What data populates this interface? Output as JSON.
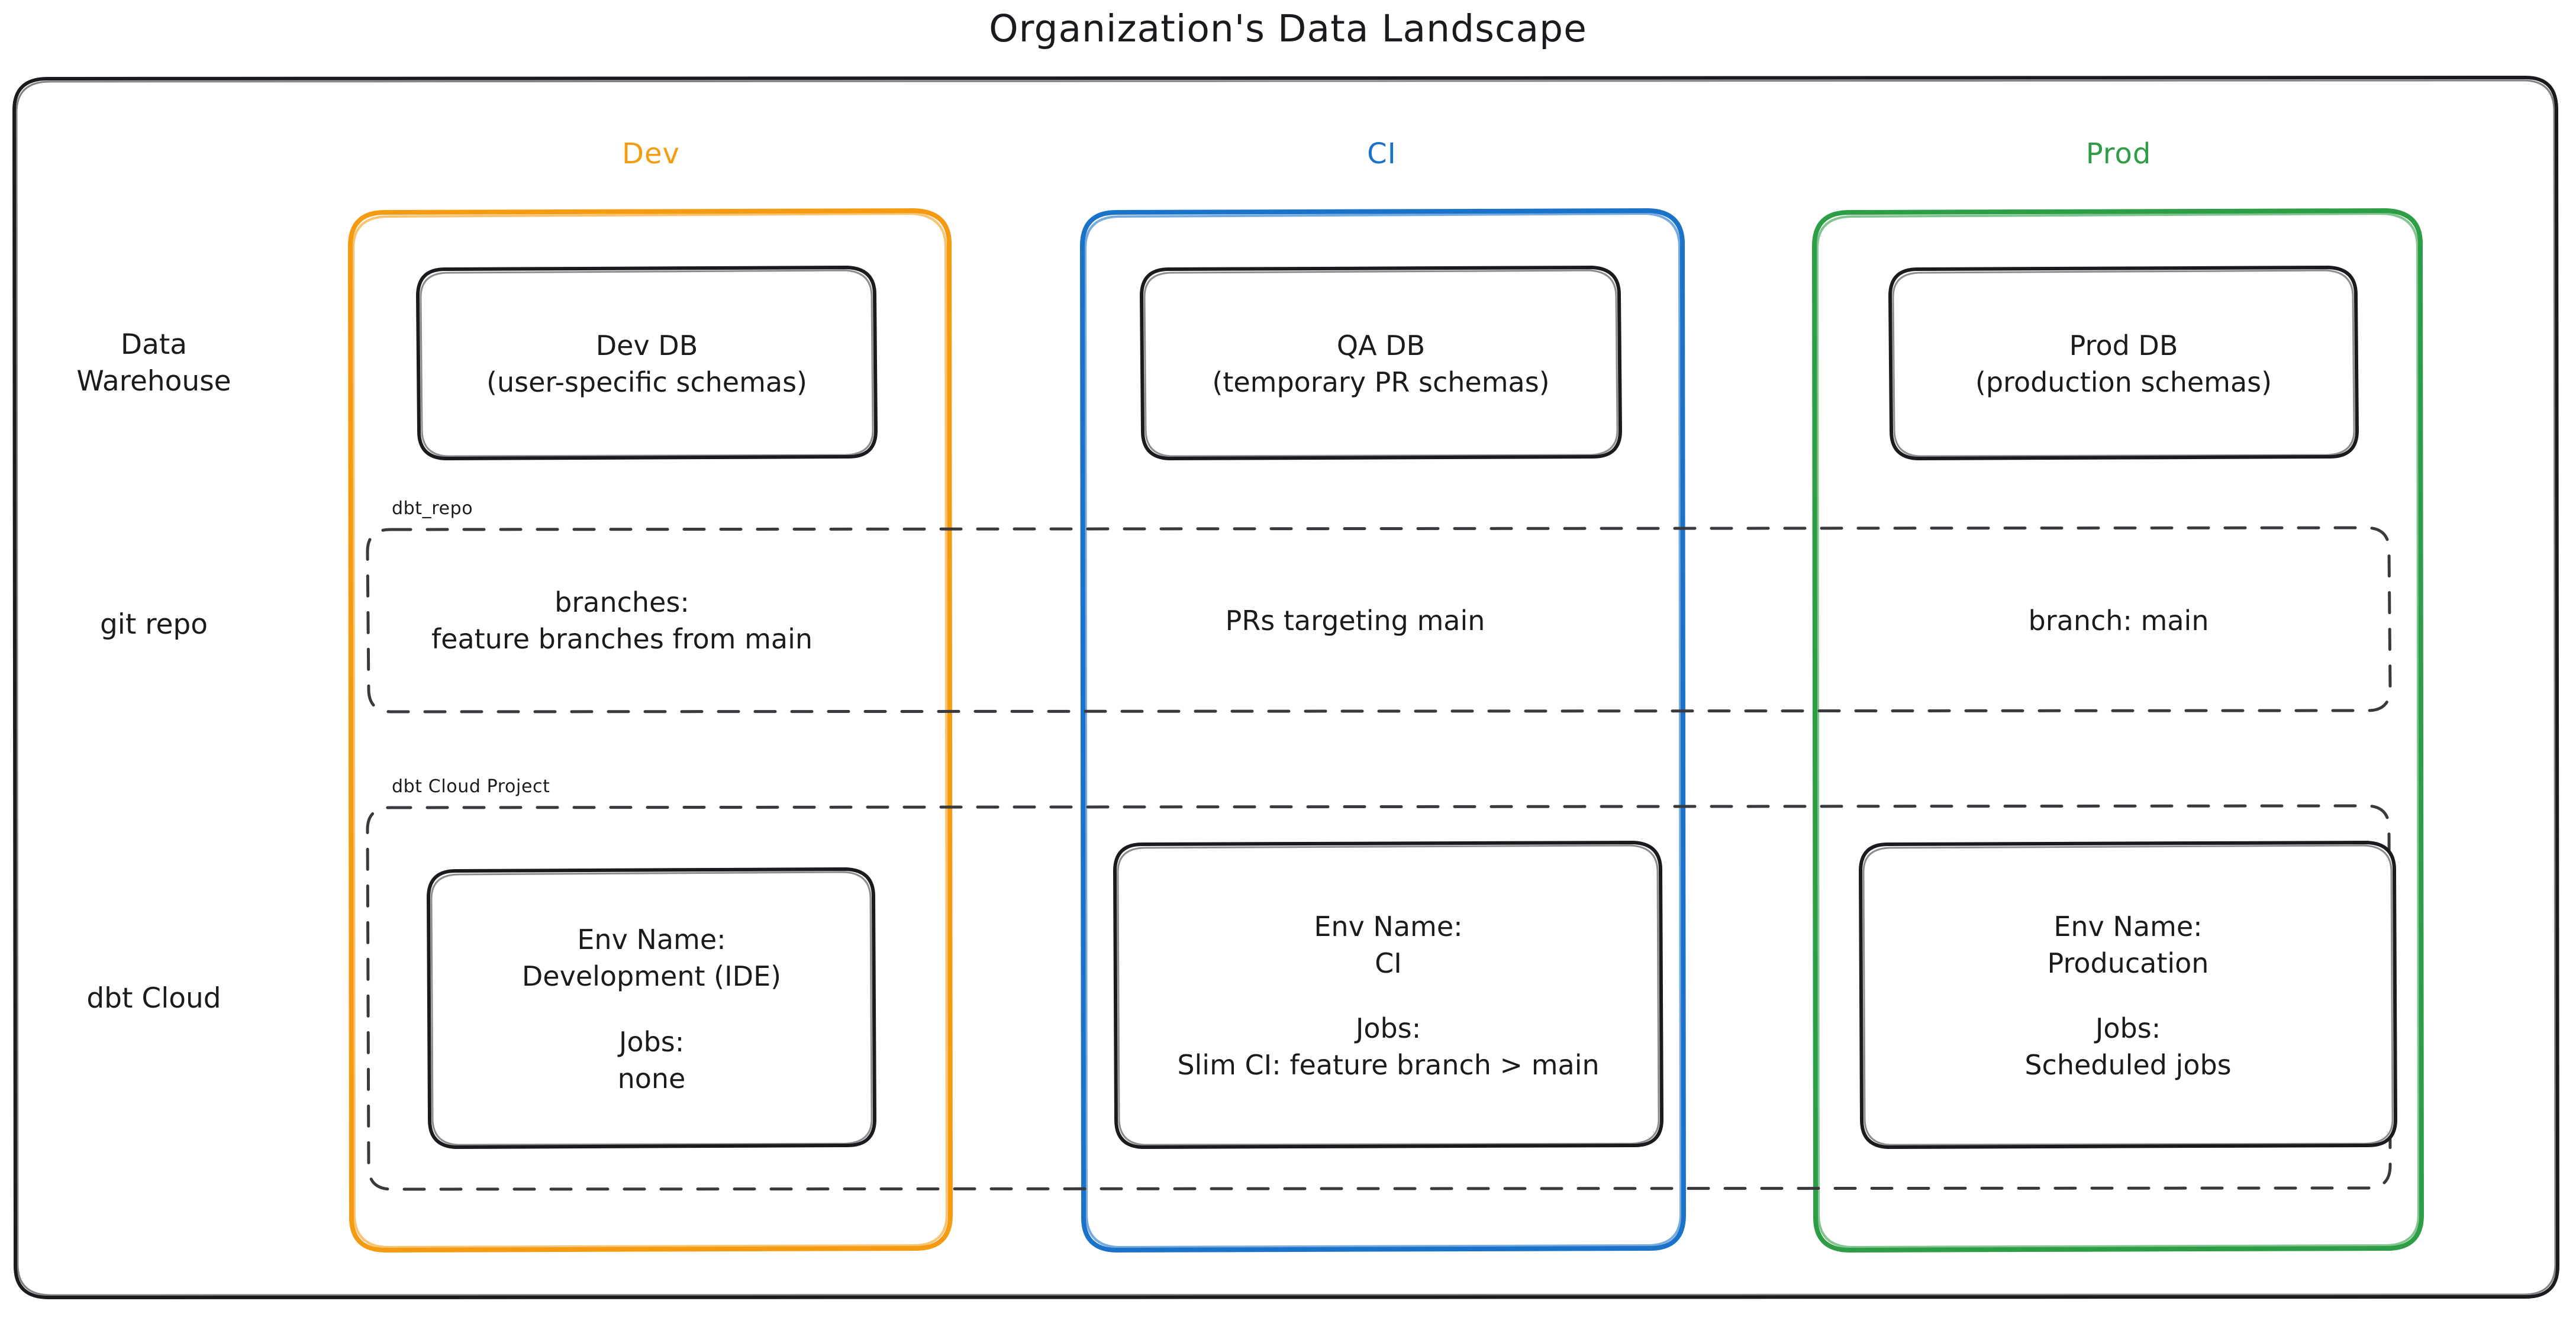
{
  "title": "Organization's Data Landscape",
  "colors": {
    "dev": "#f59b12",
    "ci": "#1b73c9",
    "prod": "#2e9e46",
    "stroke": "#1b1b1f",
    "dashed": "#3a3a3e",
    "background": "#ffffff"
  },
  "columns": [
    {
      "id": "dev",
      "label": "Dev",
      "color": "#f59b12"
    },
    {
      "id": "ci",
      "label": "CI",
      "color": "#1b73c9"
    },
    {
      "id": "prod",
      "label": "Prod",
      "color": "#2e9e46"
    }
  ],
  "rows": [
    {
      "id": "data-warehouse",
      "label": "Data\nWarehouse"
    },
    {
      "id": "git-repo",
      "label": "git repo"
    },
    {
      "id": "dbt-cloud",
      "label": "dbt Cloud"
    }
  ],
  "groups": {
    "git_repo_group": "dbt_repo",
    "dbt_cloud_group": "dbt Cloud Project"
  },
  "data_warehouse": {
    "dev": {
      "title": "Dev DB",
      "detail": "(user-specific schemas)"
    },
    "ci": {
      "title": "QA DB",
      "detail": "(temporary PR schemas)"
    },
    "prod": {
      "title": "Prod DB",
      "detail": "(production schemas)"
    }
  },
  "git_repo": {
    "dev": {
      "line1": "branches:",
      "line2": "feature branches from main"
    },
    "ci": {
      "line1": "PRs targeting main",
      "line2": ""
    },
    "prod": {
      "line1": "branch: main",
      "line2": ""
    }
  },
  "dbt_cloud": {
    "dev": {
      "env_label": "Env Name:",
      "env_value": "Development (IDE)",
      "jobs_label": "Jobs:",
      "jobs_value": "none"
    },
    "ci": {
      "env_label": "Env Name:",
      "env_value": "CI",
      "jobs_label": "Jobs:",
      "jobs_value": "Slim CI: feature branch > main"
    },
    "prod": {
      "env_label": "Env Name:",
      "env_value": "Producation",
      "jobs_label": "Jobs:",
      "jobs_value": "Scheduled jobs"
    }
  }
}
